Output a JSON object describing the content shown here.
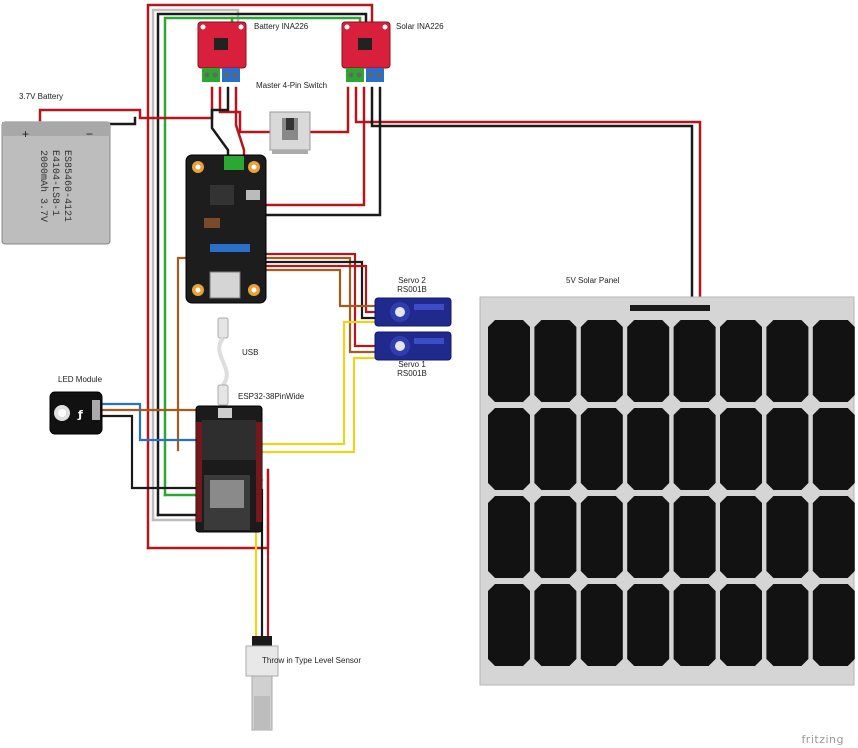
{
  "labels": {
    "battery": "3.7V Battery",
    "battery_model_1": "ES85460-4121",
    "battery_model_2": "E4104-LS8-1",
    "battery_model_3": "2000mAh 3.7V",
    "battery_ina": "Battery INA226",
    "solar_ina": "Solar INA226",
    "switch": "Master 4-Pin Switch",
    "usb": "USB",
    "esp32": "ESP32-38PinWide",
    "led": "LED Module",
    "servo2": "Servo 2",
    "servo2_model": "RS001B",
    "servo1": "Servo 1",
    "servo1_model": "RS001B",
    "solar_panel": "5V Solar Panel",
    "level_sensor": "Throw in Type Level Sensor",
    "watermark": "fritzing"
  },
  "colors": {
    "wire_red": "#b3171d",
    "wire_black": "#1a1a1a",
    "wire_green": "#2aa832",
    "wire_blue": "#2a6fc9",
    "wire_yellow": "#f0d21e",
    "wire_brown": "#a55a1e",
    "wire_white": "#e8e8e8",
    "ina_board": "#d81f3c",
    "servo_body": "#1f2a8c",
    "panel_frame": "#d5d5d5",
    "panel_cell": "#121212"
  }
}
